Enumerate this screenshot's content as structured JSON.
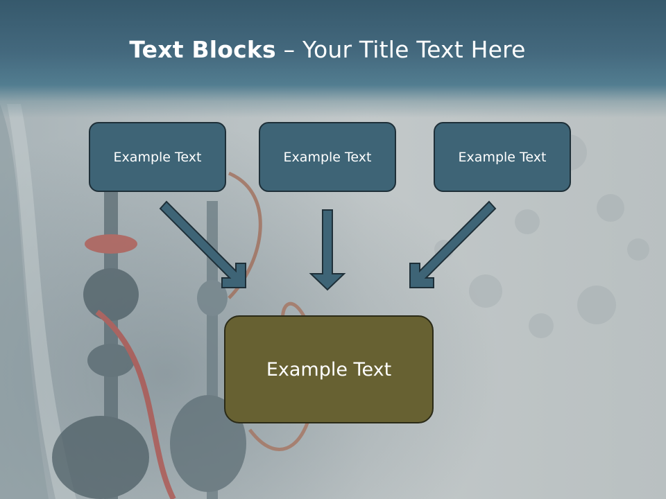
{
  "slide": {
    "title_bold": "Text Blocks",
    "title_rest": " – Your Title Text Here",
    "top_boxes": [
      {
        "label": "Example Text"
      },
      {
        "label": "Example Text"
      },
      {
        "label": "Example Text"
      }
    ],
    "bottom_box": {
      "label": "Example Text"
    }
  },
  "colors": {
    "title_band": "#44697e",
    "top_box_fill": "#3e6476",
    "bottom_box_fill": "#676132",
    "arrow_fill": "#3e6476",
    "background": "#c4cacb"
  },
  "icons": {
    "arrow": "arrow-down-icon"
  }
}
